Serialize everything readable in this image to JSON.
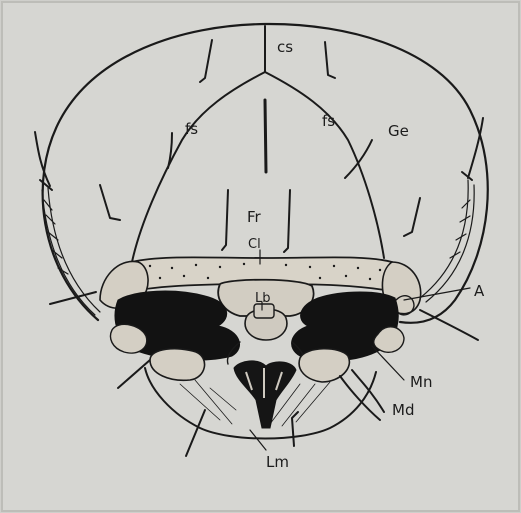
{
  "figure": {
    "paper_color": "#cfcfcb",
    "ink_color": "#1a1a1a",
    "labels": {
      "cs": "cs",
      "fs_left": "fs",
      "fs_right": "fs",
      "ge": "Ge",
      "fr": "Fr",
      "cl": "Cl",
      "lb": "Lb",
      "a": "A",
      "mn": "Mn",
      "md": "Md",
      "lm": "Lm"
    }
  }
}
